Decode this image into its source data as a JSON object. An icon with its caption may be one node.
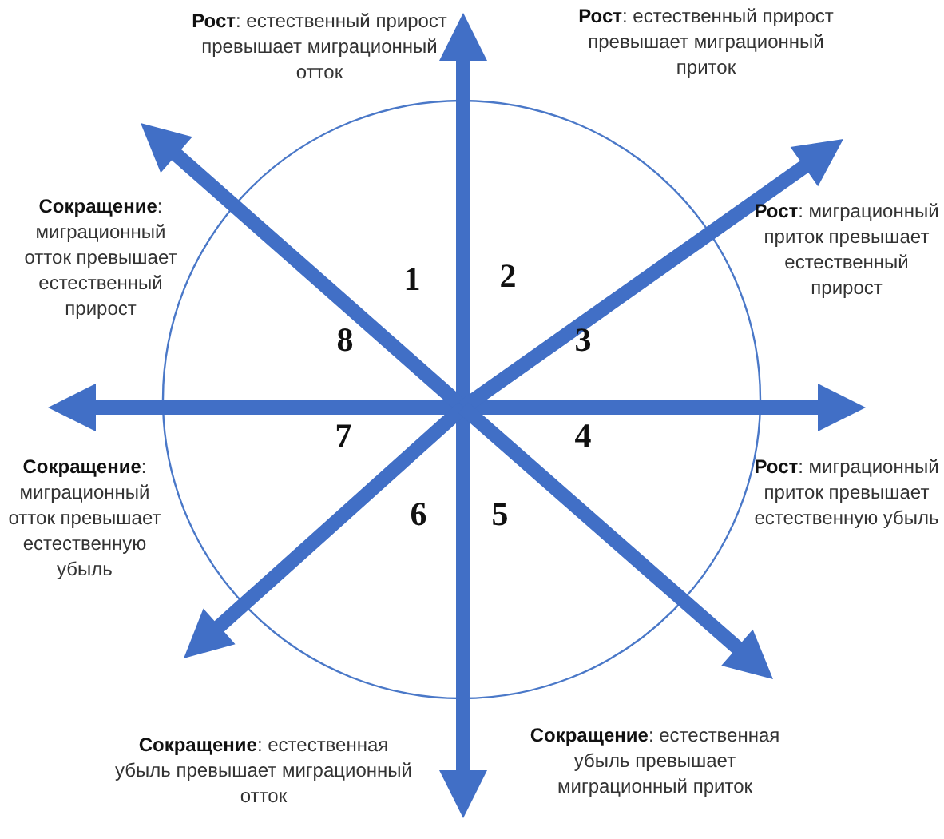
{
  "diagram": {
    "labels": [
      "**Рост**: естественный прирост превышает миграционный отток",
      "**Рост**: естественный прирост превышает миграционный приток",
      "**Сокращение**: миграционный отток превышает естественный прирост",
      "**Рост**: миграционный приток превышает естественный прирост",
      "1",
      "2",
      "8",
      "3",
      "7",
      "4",
      "6",
      "5",
      "**Сокращение**: миграционный отток превышает естественную убыль",
      "**Рост**: миграционный приток превышает естественную убыль",
      "**Сокращение**: естественная убыль превышает миграционный отток",
      "**Сокращение**: естественная убыль превышает миграционный приток"
    ]
  }
}
